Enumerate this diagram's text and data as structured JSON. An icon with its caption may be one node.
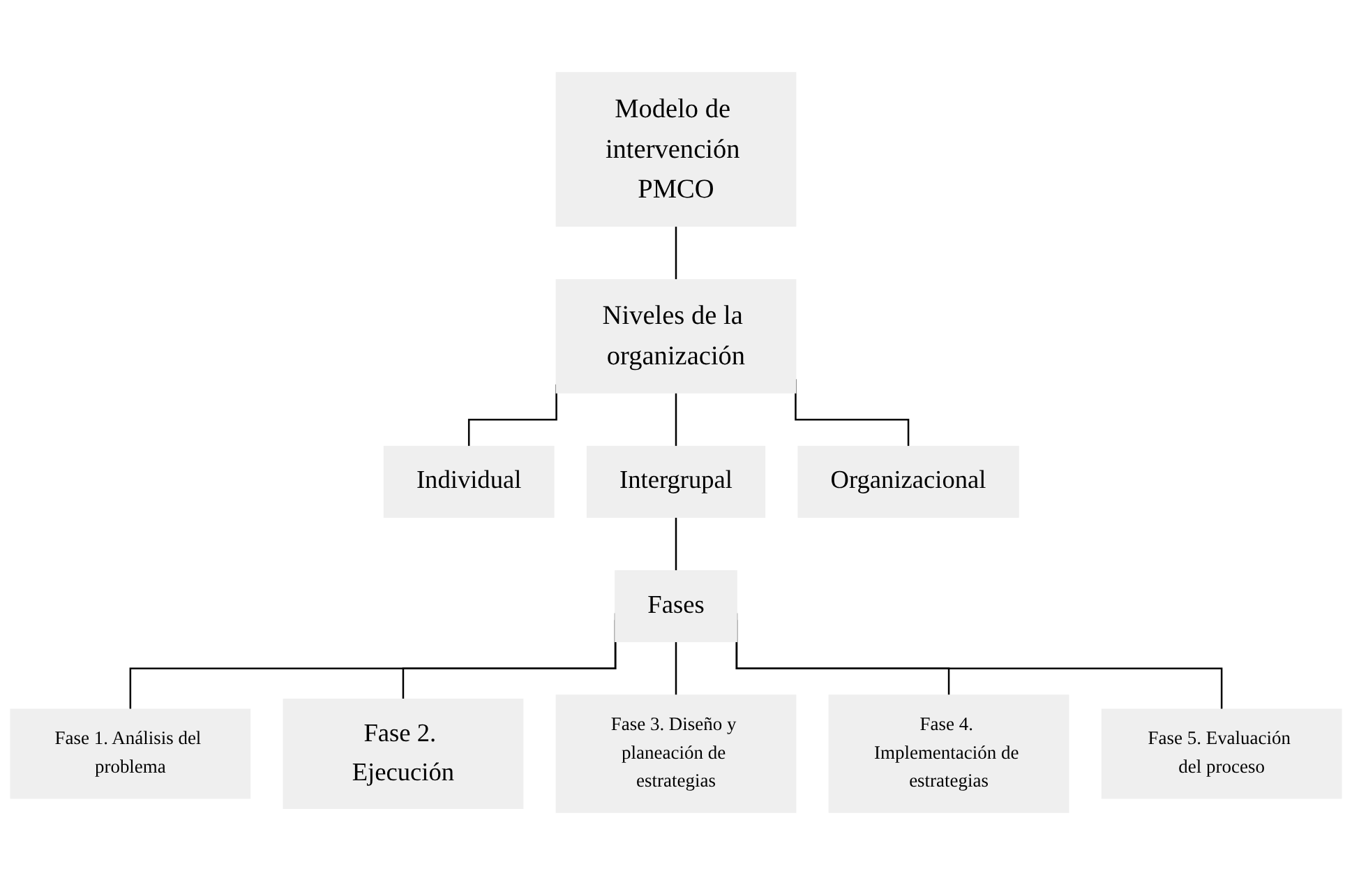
{
  "diagram": {
    "nodes": [
      {
        "text": [
          "Modelo de intervención PMCO"
        ]
      },
      {
        "text": [
          "Niveles de la organización"
        ]
      },
      {
        "text": [
          "Individual"
        ]
      },
      {
        "text": [
          "Intergrupal"
        ]
      },
      {
        "text": [
          "Organizacional"
        ]
      },
      {
        "text": [
          "Fases"
        ]
      },
      {
        "text": [
          "Fase 1. Análisis del problema"
        ]
      },
      {
        "text": [
          "Fase 2. Ejecución"
        ]
      },
      {
        "text": [
          "Fase 3. Diseño y planeación de estrategias"
        ]
      },
      {
        "text": [
          "Fase 4. Implementación de estrategias"
        ]
      },
      {
        "text": [
          "Fase 5. Evaluación del proceso"
        ]
      }
    ],
    "edges": [
      {
        "from": 0,
        "to": 1,
        "arrow": "none"
      },
      {
        "from": 1,
        "to": 2,
        "arrow": "none"
      },
      {
        "from": 1,
        "to": 3,
        "arrow": "none"
      },
      {
        "from": 1,
        "to": 4,
        "arrow": "none"
      },
      {
        "from": 3,
        "to": 5,
        "arrow": "none"
      },
      {
        "from": 5,
        "to": 6,
        "arrow": "none"
      },
      {
        "from": 5,
        "to": 7,
        "arrow": "none"
      },
      {
        "from": 5,
        "to": 8,
        "arrow": "none"
      },
      {
        "from": 5,
        "to": 9,
        "arrow": "none"
      },
      {
        "from": 5,
        "to": 10,
        "arrow": "none"
      }
    ]
  }
}
